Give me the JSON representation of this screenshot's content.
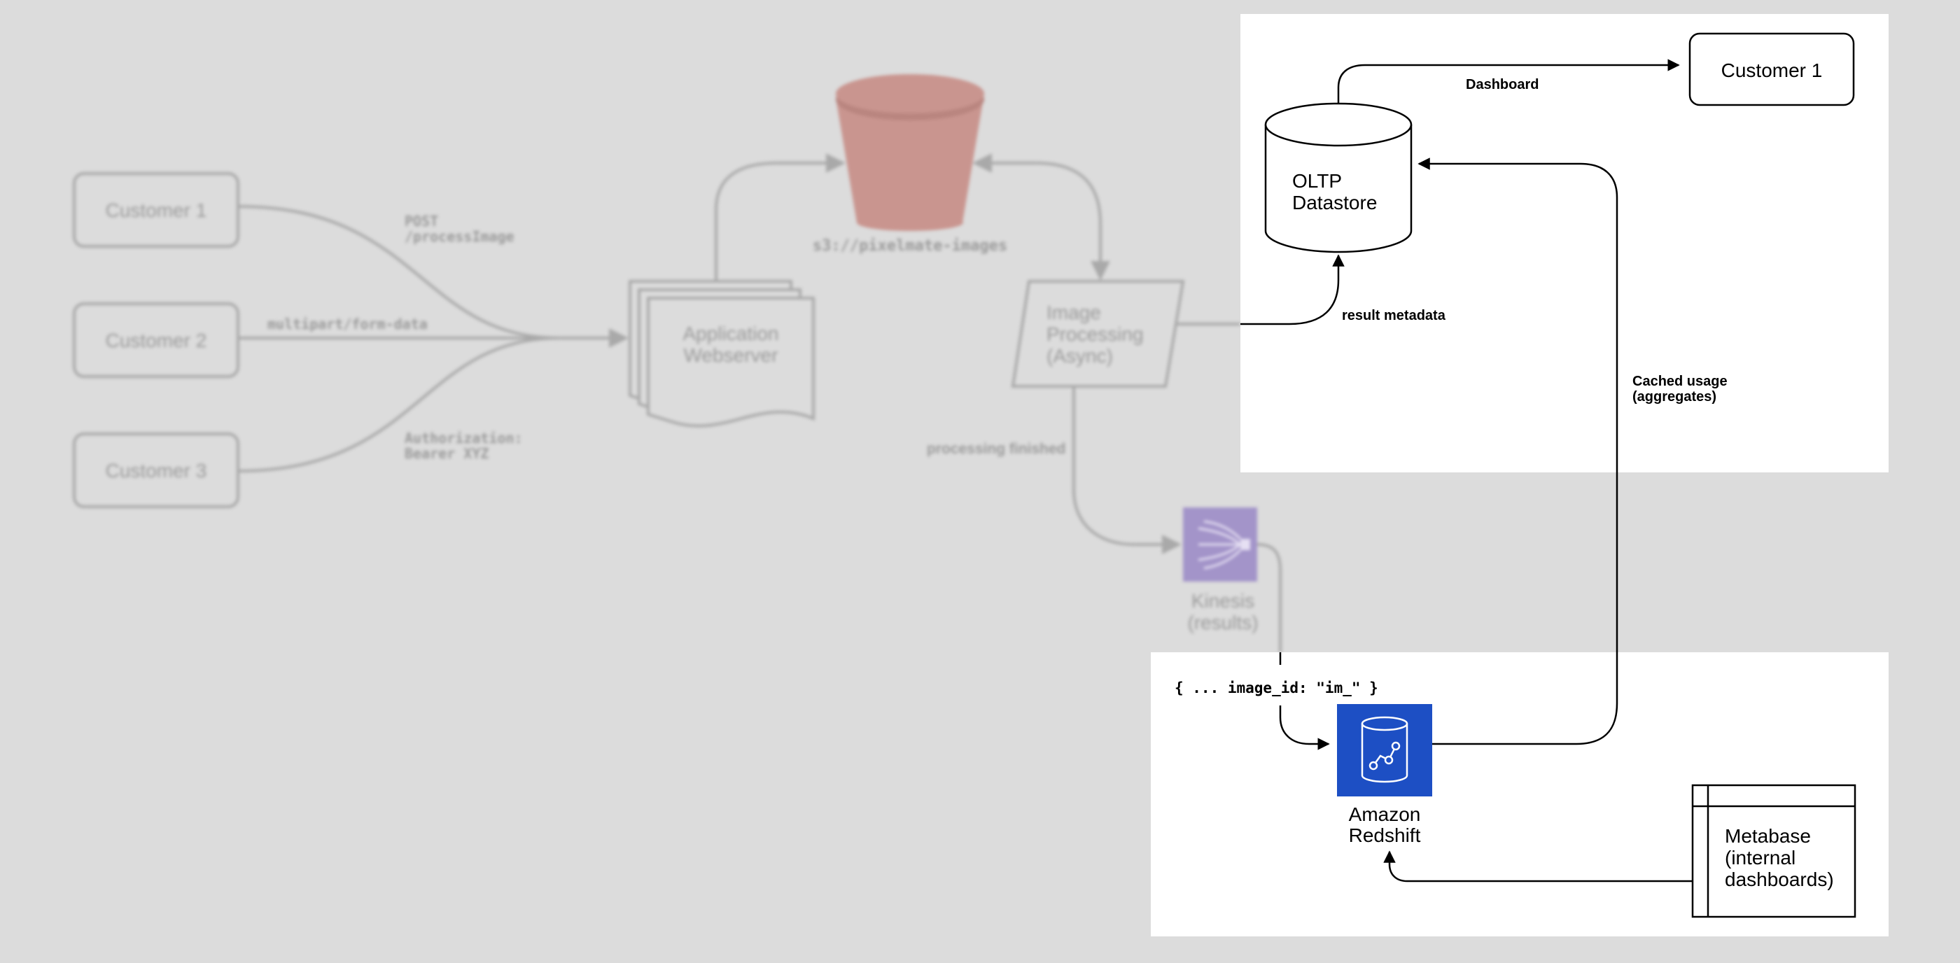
{
  "colors": {
    "background": "#dcdcdc",
    "panel": "#ffffff",
    "faded_stroke": "#a9a9a9",
    "faded_text": "#9a9a9a",
    "bucket": "#c9958f",
    "kinesis": "#a394c9",
    "redshift": "#1d4fc4",
    "ink": "#000000"
  },
  "icons": {
    "bucket": "s3-bucket-icon",
    "kinesis": "kinesis-icon",
    "redshift": "redshift-icon",
    "database": "database-cylinder-icon"
  },
  "left": {
    "customer_1": "Customer 1",
    "customer_2": "Customer 2",
    "customer_3": "Customer 3",
    "label_post_1": "POST",
    "label_post_2": "/processImage",
    "label_multipart": "multipart/form-data",
    "label_auth_1": "Authorization:",
    "label_auth_2": "Bearer XYZ",
    "webserver_1": "Application",
    "webserver_2": "Webserver",
    "bucket_label": "s3://pixelmate-images",
    "processing_1": "Image",
    "processing_2": "Processing",
    "processing_3": "(Async)",
    "processing_finished": "processing finished",
    "kinesis_1": "Kinesis",
    "kinesis_2": "(results)"
  },
  "top_panel": {
    "dashboard_label": "Dashboard",
    "customer_1": "Customer 1",
    "oltp_1": "OLTP",
    "oltp_2": "Datastore",
    "result_metadata": "result metadata",
    "cached_1": "Cached usage",
    "cached_2": "(aggregates)"
  },
  "bottom_panel": {
    "json_snippet": "{ ... image_id: \"im_\" }",
    "redshift_1": "Amazon",
    "redshift_2": "Redshift",
    "metabase_1": "Metabase",
    "metabase_2": "(internal",
    "metabase_3": "dashboards)"
  }
}
